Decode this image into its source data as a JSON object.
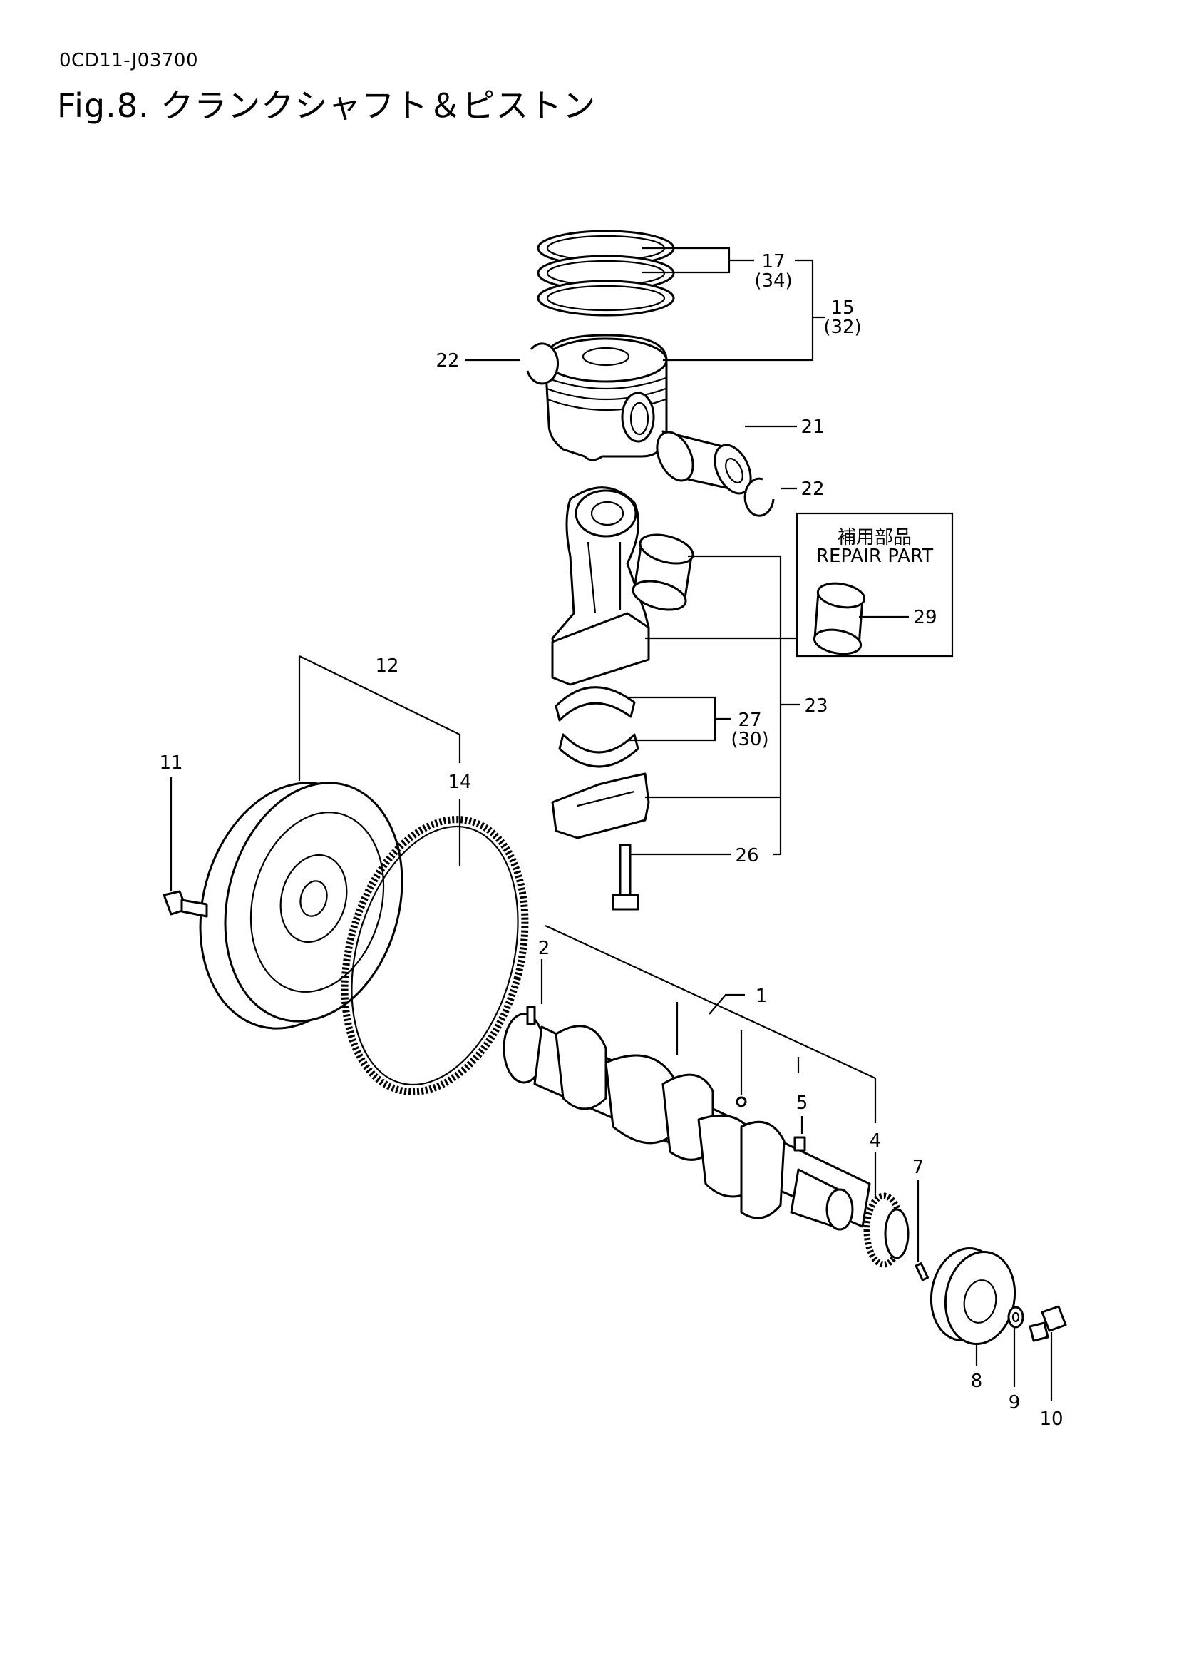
{
  "header": {
    "doc_code": "0CD11-J03700",
    "figure_title": "Fig.8.  クランクシャフト＆ピストン"
  },
  "repair_box": {
    "title_ja": "補用部品",
    "title_en": "REPAIR PART"
  },
  "callouts": {
    "c1": "1",
    "c2": "2",
    "c4": "4",
    "c5": "5",
    "c7": "7",
    "c8": "8",
    "c9": "9",
    "c10": "10",
    "c11": "11",
    "c12": "12",
    "c14": "14",
    "c15": "15",
    "c15b": "(32)",
    "c17": "17",
    "c17b": "(34)",
    "c21": "21",
    "c22a": "22",
    "c22b": "22",
    "c23": "23",
    "c26": "26",
    "c27": "27",
    "c27b": "(30)",
    "c29": "29"
  }
}
